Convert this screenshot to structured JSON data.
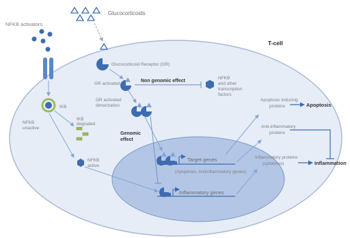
{
  "labels": {
    "glucocorticoids": "Glucocorticoids",
    "nfkb_activators": "NFKB activators",
    "tcell": "T-cell",
    "gr": "Glucocorticoid Receptor (GR)",
    "gr_activated": "GR activated",
    "non_genomic": "Non genomic effect",
    "nfkb_tf_1": "NFKB",
    "nfkb_tf_2": "and other",
    "nfkb_tf_3": "transcription",
    "nfkb_tf_4": "factors",
    "ikb": "IKB",
    "nfkb_unactive_1": "NFKB",
    "nfkb_unactive_2": "unactive",
    "ikb_degraded_1": "IKB",
    "ikb_degraded_2": "degraded",
    "gr_dim_1": "GR activated",
    "gr_dim_2": "dimerization",
    "genomic_1": "Genomic",
    "genomic_2": "effect",
    "nfkb_active_1": "NFKB",
    "nfkb_active_2": "active",
    "target_genes": "Target genes",
    "target_genes_sub": "(Apoptosis, Antiinflammatory genes)",
    "inflammatory_genes": "Inflammatory genes",
    "apoptosis_proteins_1": "Apoptosis inducing",
    "apoptosis_proteins_2": "proteins",
    "apoptosis": "Apoptosis",
    "antiinflam_1": "Anti-inflammatory",
    "antiinflam_2": "proteins",
    "inflam_proteins_1": "Inflammatory proteins",
    "inflam_proteins_2": "(cytokines)",
    "inflammation": "Inflammation"
  },
  "colors": {
    "cell_fill": "#e6edf7",
    "cell_stroke": "#a9b9d2",
    "nucleus_fill": "#b3c6e6",
    "nucleus_stroke": "#7f98c4",
    "molecule": "#3e6cb0",
    "arrow": "#86a4cf",
    "ikb_green": "#9bbb59",
    "receptor": "#5b87c5"
  }
}
